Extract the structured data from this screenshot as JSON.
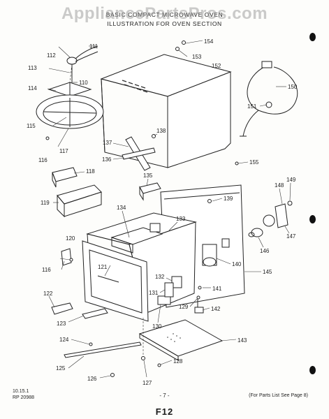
{
  "header": {
    "watermark": "AppliancePartsPros.com",
    "title_line1": "BASIC COMPACT MICROWAVE OVEN",
    "title_line2": "ILLUSTRATION FOR OVEN SECTION"
  },
  "footer": {
    "code_line1": "10.15.1",
    "code_line2": "RP 20988",
    "page_number": "- 7 -",
    "parts_note": "(For Parts List See Page 8)",
    "section_code": "F12"
  },
  "callouts": {
    "c110": "110",
    "c111": "111",
    "c112": "112",
    "c113": "113",
    "c114": "114",
    "c115": "115",
    "c116a": "116",
    "c116b": "116",
    "c117": "117",
    "c118": "118",
    "c119": "119",
    "c120": "120",
    "c121": "121",
    "c122": "122",
    "c123": "123",
    "c124": "124",
    "c125": "125",
    "c126": "126",
    "c127": "127",
    "c128": "128",
    "c129": "129",
    "c130": "130",
    "c131": "131",
    "c132": "132",
    "c133": "133",
    "c134": "134",
    "c135": "135",
    "c136": "136",
    "c137": "137",
    "c138": "138",
    "c139": "139",
    "c140": "140",
    "c141": "141",
    "c142": "142",
    "c143": "143",
    "c145": "145",
    "c146": "146",
    "c147": "147",
    "c148": "148",
    "c149": "149",
    "c150": "150",
    "c151": "151",
    "c152": "152",
    "c153": "153",
    "c154": "154",
    "c155": "155"
  }
}
